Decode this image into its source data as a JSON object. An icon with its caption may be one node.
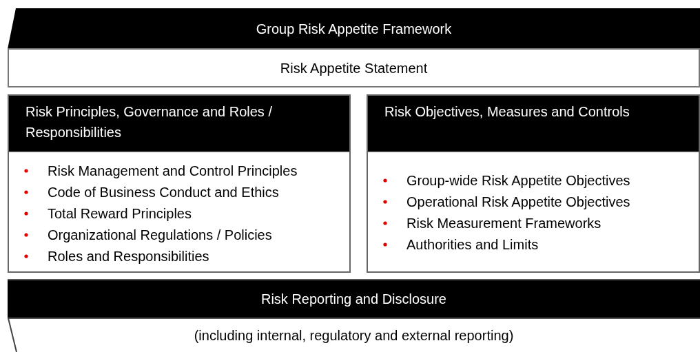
{
  "diagram": {
    "nodes": [
      {
        "text": [
          "Group Risk Appetite Framework"
        ]
      },
      {
        "text": [
          "Risk Appetite Statement"
        ]
      },
      {
        "text": [
          "Risk Principles, Governance and Roles / Responsibilities",
          "Risk Management and Control Principles",
          "Code of Business Conduct and Ethics",
          "Total Reward Principles",
          "Organizational Regulations / Policies",
          "Roles and Responsibilities"
        ]
      },
      {
        "text": [
          "Risk Objectives, Measures and Controls",
          "Group-wide Risk Appetite Objectives",
          "Operational Risk Appetite Objectives",
          "Risk Measurement Frameworks",
          "Authorities and Limits"
        ]
      },
      {
        "text": [
          "Risk Reporting and Disclosure"
        ]
      },
      {
        "text": [
          "(including internal, regulatory and external reporting)"
        ]
      }
    ]
  }
}
